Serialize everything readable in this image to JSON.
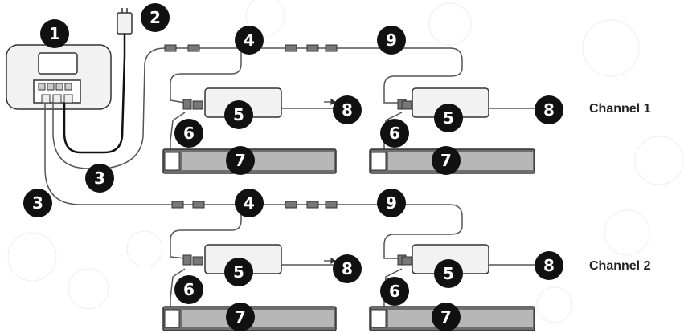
{
  "colors": {
    "badge": "#111111",
    "badge_text": "#ffffff",
    "line": "#333333",
    "bar": "#6e6e6e",
    "bar_stripe": "#b7b7b7",
    "device_fill": "#f2f2f2"
  },
  "channels": [
    {
      "label": "Channel 1"
    },
    {
      "label": "Channel 2"
    }
  ],
  "callouts": {
    "c1": "1",
    "c2": "2",
    "c3a": "3",
    "c3b": "3",
    "c4a": "4",
    "c4b": "4",
    "c9a": "9",
    "c9b": "9",
    "c5a": "5",
    "c5b": "5",
    "c5c": "5",
    "c5d": "5",
    "c6a": "6",
    "c6b": "6",
    "c6c": "6",
    "c6d": "6",
    "c7a": "7",
    "c7b": "7",
    "c7c": "7",
    "c7d": "7",
    "c8a": "8",
    "c8b": "8",
    "c8c": "8",
    "c8d": "8"
  },
  "components": {
    "controller": "controller",
    "power_adapter": "power-adapter",
    "cables": "cables",
    "drivers": "drivers",
    "light_bars": "light-bars"
  }
}
